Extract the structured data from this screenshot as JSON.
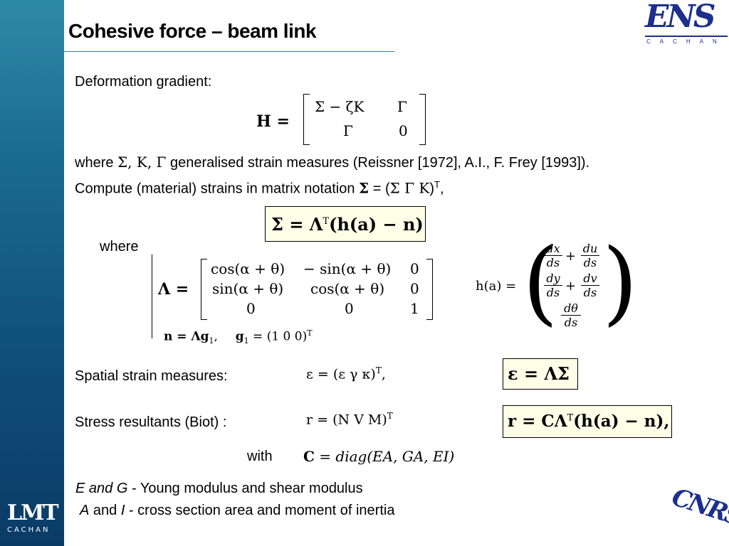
{
  "slide": {
    "title": "Cohesive force – beam link",
    "deformation_label": "Deformation gradient:",
    "where1_prefix": "where ",
    "where1_symbols": "Σ, Κ, Γ",
    "where1_suffix": "  generalised strain measures (Reissner [1972], A.I., F. Frey [1993]).",
    "compute_prefix": "Compute (material) strains in  matrix notation ",
    "compute_sigma_bold": "Σ",
    "compute_eq": " = (",
    "compute_vec": "Σ  Γ  Κ",
    "compute_close": ")",
    "compute_T": "T",
    "compute_comma": ",",
    "where2": "where",
    "spatial_label": "Spatial strain measures:",
    "stress_label": "Stress resultants (Biot) :",
    "with_label": "with",
    "note1_italic": "E and G",
    "note1_dash": " - ",
    "note1_text": "Young modulus and shear modulus",
    "note2_A": "A",
    "note2_and": " and ",
    "note2_I": "I",
    "note2_dash": " -  ",
    "note2_text": "cross section area and moment of inertia"
  },
  "equations": {
    "H_lhs": "H =",
    "H_m11": "Σ − ζK",
    "H_m12": "Γ",
    "H_m21": "Γ",
    "H_m22": "0",
    "sigma_box": "Σ = Λ",
    "sigma_box_T": "T",
    "sigma_box_rhs": "(h(a) − n)",
    "Lambda_lhs": "Λ =",
    "L11": "cos(α + θ)",
    "L12": "− sin(α + θ)",
    "L13": "0",
    "L21": "sin(α + θ)",
    "L22": "cos(α + θ)",
    "L23": "0",
    "L31": "0",
    "L32": "0",
    "L33": "1",
    "n_def": "n = Λg",
    "n_sub": "1",
    "n_comma": ",",
    "g_def": "g",
    "g_sub": "1",
    "g_rhs": " = (1   0   0)",
    "g_T": "T",
    "h_lhs": "h(a) =",
    "h_r1a_num": "dx",
    "h_r1a_den": "ds",
    "h_r1b_num": "du",
    "h_r1b_den": "ds",
    "h_r2a_num": "dy",
    "h_r2a_den": "ds",
    "h_r2b_num": "dv",
    "h_r2b_den": "ds",
    "h_r3_num": "dθ",
    "h_r3_den": "ds",
    "h_plus": "+",
    "eps_def": "ε = (ε    γ    κ)",
    "eps_T": "T",
    "eps_comma": ",",
    "eps_box": "ε = ΛΣ",
    "r_def": "r = (N    V    M)",
    "r_T": "T",
    "r_box": "r = CΛ",
    "r_box_T": "T",
    "r_box_rhs": "(h(a) − n),",
    "C_def_bold": "C",
    "C_def": " = diag(EA, GA, EI)"
  },
  "logos": {
    "ens": "ENS",
    "ens_sub": "CACHAN",
    "lmt": "LMT",
    "lmt_sub": "CACHAN",
    "cnrs": "CNRS"
  },
  "colors": {
    "sidebar_top": "#2d8aa6",
    "sidebar_bottom": "#0a3b66",
    "title_rule": "#2d7ca0",
    "logo_blue": "#1c2f8c",
    "box_fill": "#ffffe8"
  }
}
